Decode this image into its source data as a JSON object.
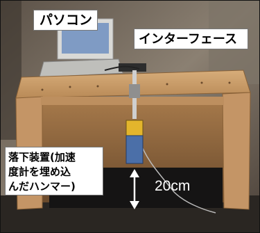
{
  "labels": {
    "pc": "パソコン",
    "interface": "インターフェース",
    "drop_device_line1": "落下装置(加速",
    "drop_device_line2": "度計を埋め込",
    "drop_device_line3": "んだハンマー)",
    "drop_height": "20cm"
  },
  "colors": {
    "wood": "#c79a68",
    "floor": "#1b1a1a",
    "sensor_yellow": "#e3b52c",
    "sensor_blue": "#4b6fa8"
  },
  "icons": [
    "double-arrow-icon"
  ]
}
